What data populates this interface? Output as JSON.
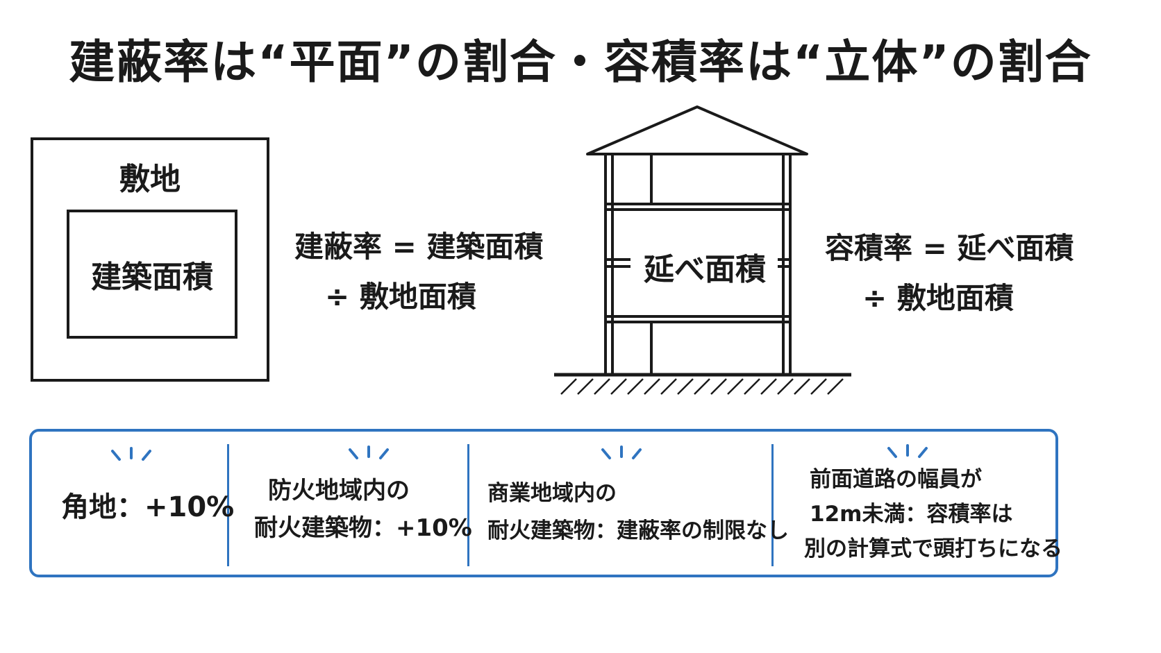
{
  "title": "建蔽率は“平面”の割合・容積率は“立体”の割合",
  "lot": {
    "outer_label": "敷地",
    "inner_label": "建築面積"
  },
  "coverage_formula": {
    "line1": "建蔽率 = 建築面積",
    "line2": "÷ 敷地面積"
  },
  "building": {
    "label": "延べ面積"
  },
  "far_formula": {
    "line1": "容積率 = 延べ面積",
    "line2": "÷ 敷地面積"
  },
  "notes": [
    {
      "lines": [
        "角地：+10%"
      ]
    },
    {
      "lines": [
        "防火地域内の",
        "耐火建築物：+10%"
      ]
    },
    {
      "lines": [
        "商業地域内の",
        "耐火建築物：建蔽率の制限なし"
      ]
    },
    {
      "lines": [
        "前面道路の幅員が",
        "12m未満：容積率は",
        "別の計算式で頭打ちになる"
      ]
    }
  ],
  "colors": {
    "ink": "#1a1a1a",
    "accent_blue": "#2f74c0"
  }
}
